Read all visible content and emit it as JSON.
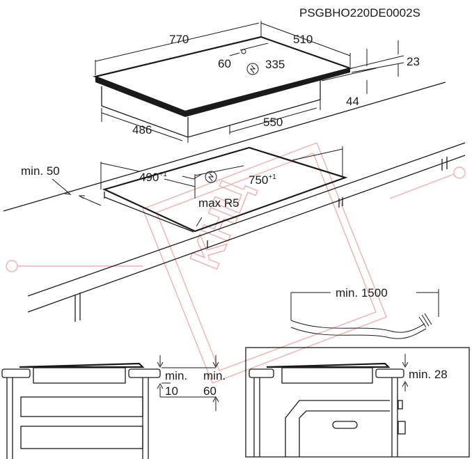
{
  "code": "PSGBHO220DE0002S",
  "hob": {
    "width": "770",
    "depth": "510",
    "side_offset": "60",
    "power_offset": "335",
    "thickness": "23",
    "depth_below": "44",
    "front_depth": "486",
    "front_width": "550"
  },
  "cutout": {
    "min_edge": "min. 50",
    "depth": "490",
    "depth_tol": "+1",
    "width": "750",
    "width_tol": "+1",
    "radius": "max R5"
  },
  "cable": {
    "length": "min. 1500"
  },
  "section_left": {
    "min_a_1": "min.",
    "min_a_2": "10",
    "min_b_1": "min.",
    "min_b_2": "60"
  },
  "section_right": {
    "gap": "min. 28"
  },
  "watermark": "KHЦ"
}
